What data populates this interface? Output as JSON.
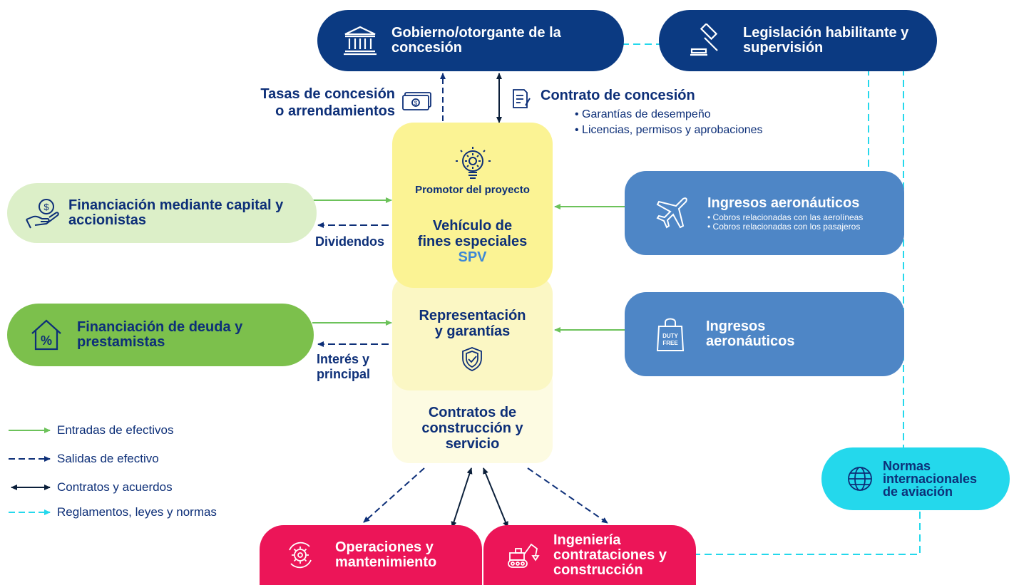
{
  "colors": {
    "navy": "#0b3a82",
    "navy_text": "#0d2f78",
    "steel": "#4e86c6",
    "light_green": "#dcefc8",
    "green": "#7cc04c",
    "green_arrow": "#6cc25a",
    "yellow": "#fbf394",
    "yellow_mid": "#fbf7c4",
    "yellow_light": "#fdfbe2",
    "cyan": "#24d8ec",
    "magenta": "#ec1558",
    "spv_blue": "#3d88d6"
  },
  "gov": {
    "icon": "government-building-icon",
    "line1": "Gobierno/otorgante de la",
    "line2": "concesión"
  },
  "legis": {
    "icon": "gavel-icon",
    "line1": "Legislación habilitante y",
    "line2": "supervisión"
  },
  "fees": {
    "icon": "cash-icon",
    "line1": "Tasas de concesión",
    "line2": "o arrendamientos"
  },
  "contract": {
    "icon": "contract-document-icon",
    "title": "Contrato de concesión",
    "bullets": [
      "Garantías de desempeño",
      "Licencias, permisos y aprobaciones"
    ]
  },
  "spv": {
    "icon": "lightbulb-gear-icon",
    "promoter": "Promotor del proyecto",
    "vehicle_line1": "Vehículo de",
    "vehicle_line2": "fines especiales",
    "spv_label": "SPV",
    "rep_line1": "Representación",
    "rep_line2": "y garantías",
    "rep_icon": "shield-check-icon",
    "contracts_line1": "Contratos de",
    "contracts_line2": "construcción y",
    "contracts_line3": "servicio"
  },
  "equity": {
    "icon": "hand-money-icon",
    "line1": "Financiación mediante capital y",
    "line2": "accionistas",
    "dividend": "Dividendos"
  },
  "debt": {
    "icon": "house-percent-icon",
    "line1": "Financiación de deuda y",
    "line2": "prestamistas",
    "interest_line1": "Interés y",
    "interest_line2": "principal"
  },
  "aero": {
    "icon": "airplane-icon",
    "title": "Ingresos aeronáuticos",
    "bullets": [
      "Cobros relacionadas con las aerolíneas",
      "Cobros relacionadas con los pasajeros"
    ]
  },
  "nonaero": {
    "icon": "duty-free-bag-icon",
    "icon_text1": "DUTY",
    "icon_text2": "FREE",
    "line1": "Ingresos",
    "line2": "aeronáuticos"
  },
  "norms": {
    "icon": "globe-icon",
    "line1": "Normas",
    "line2": "internacionales",
    "line3": "de aviación"
  },
  "ops": {
    "icon": "gear-cycle-icon",
    "line1": "Operaciones y",
    "line2": "mantenimiento"
  },
  "epc": {
    "icon": "excavator-icon",
    "line1": "Ingeniería",
    "line2": "contrataciones y",
    "line3": "construcción"
  },
  "legend": [
    {
      "label": "Entradas de efectivos",
      "style": "cash-in"
    },
    {
      "label": "Salidas de efectivo",
      "style": "cash-out"
    },
    {
      "label": "Contratos y acuerdos",
      "style": "contract"
    },
    {
      "label": "Reglamentos, leyes y normas",
      "style": "regulation"
    }
  ]
}
